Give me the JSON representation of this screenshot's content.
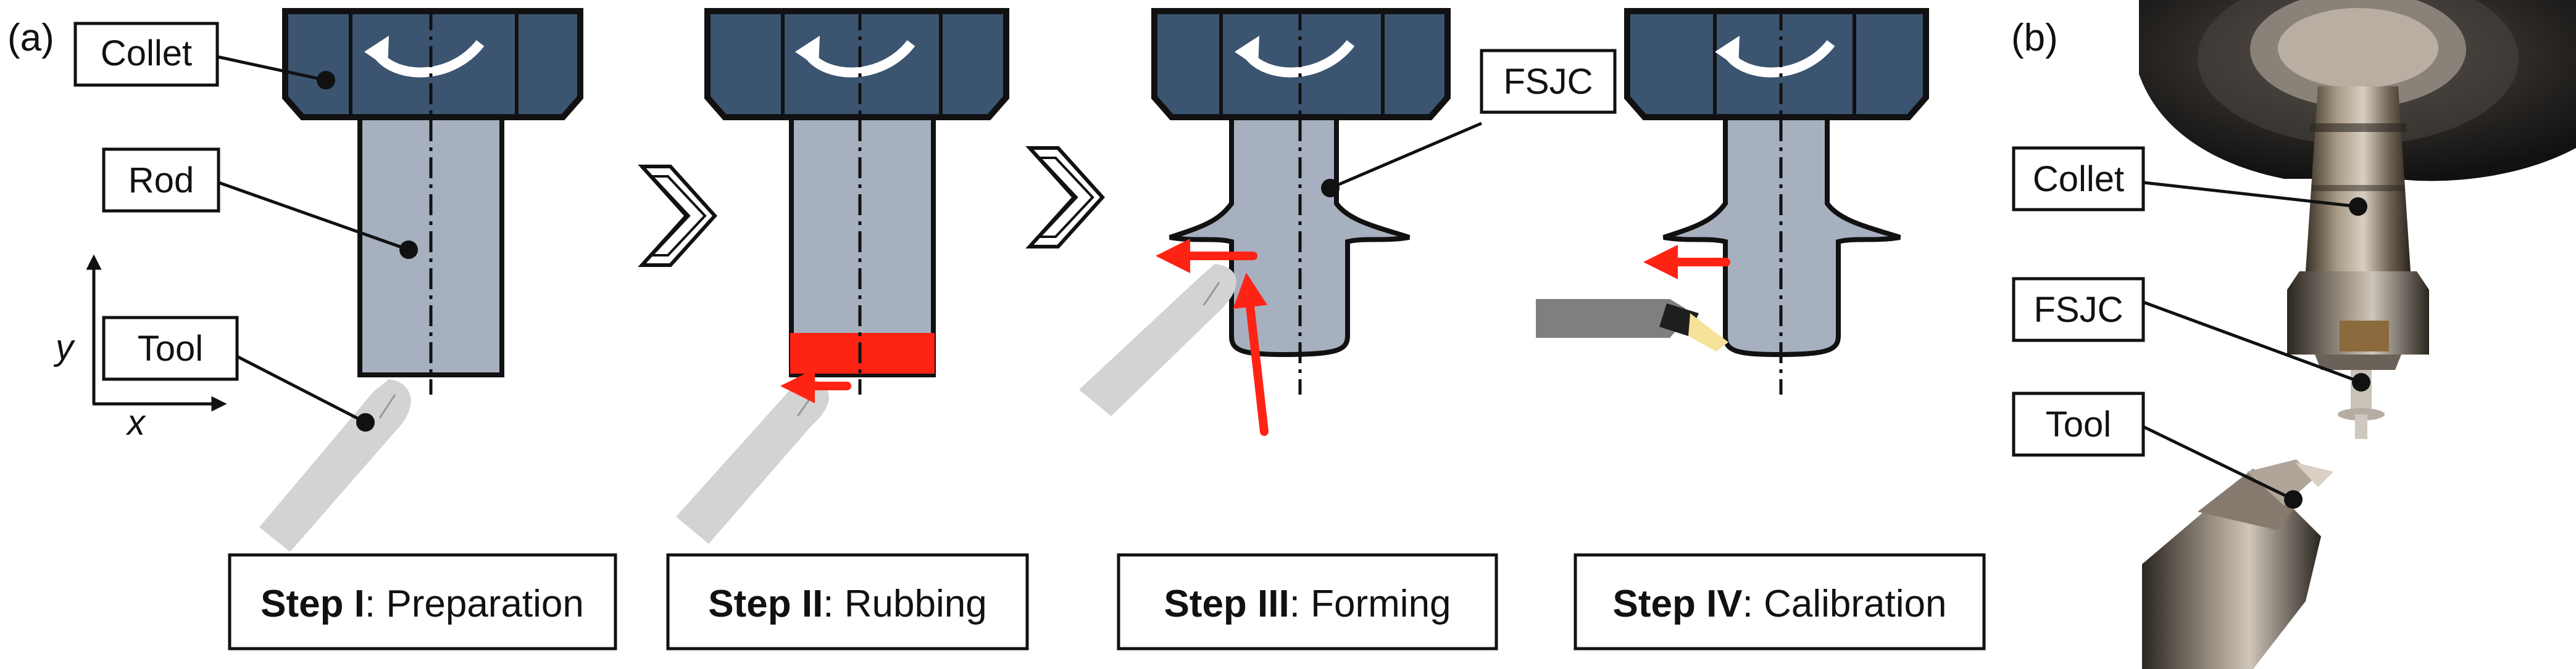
{
  "panels": {
    "a": "(a)",
    "b": "(b)"
  },
  "labels": {
    "collet": "Collet",
    "rod": "Rod",
    "tool": "Tool",
    "fsjc": "FSJC",
    "axis_x": "x",
    "axis_y": "y"
  },
  "steps": [
    {
      "bold": "Step I",
      "rest": ": Preparation"
    },
    {
      "bold": "Step II",
      "rest": ": Rubbing"
    },
    {
      "bold": "Step III",
      "rest": ": Forming"
    },
    {
      "bold": "Step IV",
      "rest": ": Calibration"
    }
  ],
  "photo_labels": {
    "collet": "Collet",
    "fsjc": "FSJC",
    "tool": "Tool"
  },
  "colors": {
    "collet": "#3b5470",
    "rod": "#a7b0bf",
    "heat": "#ff2314",
    "tool": "#d3d3d3"
  }
}
